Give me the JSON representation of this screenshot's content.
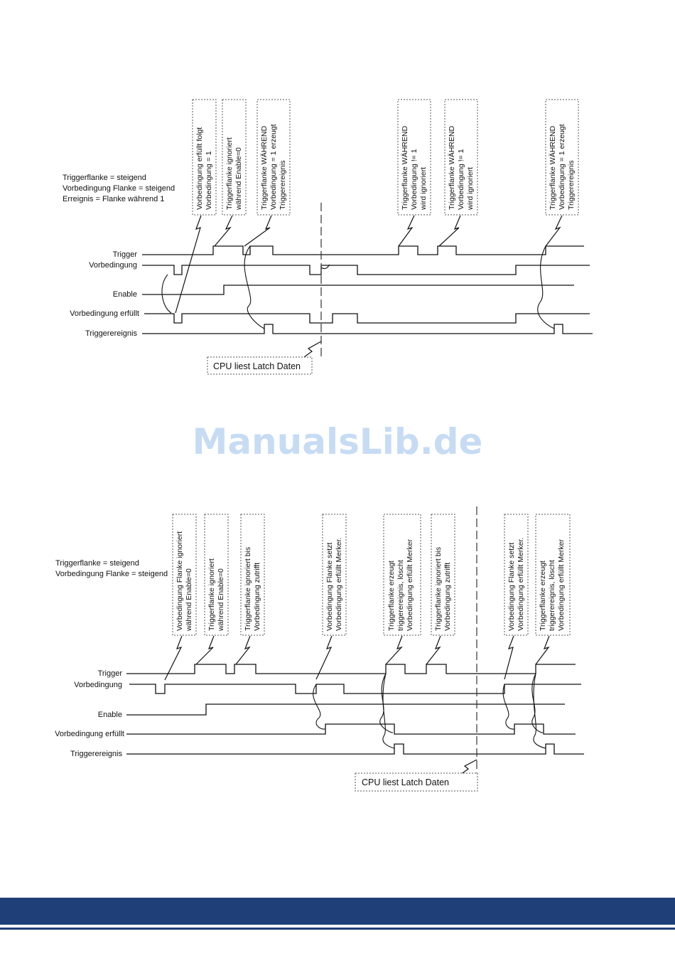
{
  "watermark": "ManualsLib.de",
  "diagram1": {
    "legend": [
      "Triggerflanke = steigend",
      "Vorbedingung Flanke = steigend",
      "Erreignis = Flanke während 1"
    ],
    "signals": [
      "Trigger",
      "Vorbedingung",
      "Enable",
      "Vorbedingung erfüllt",
      "Triggerereignis"
    ],
    "notes": [
      [
        "Vorbedingung erfüllt folgt",
        "Vorbedingung = 1"
      ],
      [
        "Triggerflanke ignoriert",
        "während Enable=0"
      ],
      [
        "Triggerflanke WÄHREND",
        "Vorbedingung = 1 erzeugt",
        "Triggerereignis"
      ],
      [
        "Triggerflanke WÄHREND",
        "Vorbedingung != 1",
        "wird ignoriert"
      ],
      [
        "Triggerflanke WÄHREND",
        "Vorbedingung != 1",
        "wird ignoriert"
      ],
      [
        "Triggerflanke WÄHREND",
        "Vorbedingung = 1 erzeugt",
        "Triggerereignis"
      ]
    ],
    "cpu_label": "CPU liest Latch Daten"
  },
  "diagram2": {
    "legend": [
      "Triggerflanke = steigend",
      "Vorbedingung Flanke = steigend"
    ],
    "signals": [
      "Trigger",
      "Vorbedingung",
      "Enable",
      "Vorbedingung erfüllt",
      "Triggerereignis"
    ],
    "notes": [
      [
        "Vorbedingung Flanke ignoriert",
        "während Enable=0"
      ],
      [
        "Triggerflanke ignoriert",
        "während Enable=0"
      ],
      [
        "Triggerflanke ignoriert bis",
        "Vorbedingung zutrifft"
      ],
      [
        "Vorbedingung Flanke setzt",
        "Vorbedingung erfüllt Merker."
      ],
      [
        "Triggerflanke erzeugt",
        "triggerereignis, löscht",
        "Vorbedingung erfüllt  Merker"
      ],
      [
        "Triggerflanke ignoriert bis",
        "Vorbedingung zutrifft"
      ],
      [
        "Vorbedingung Flanke setzt",
        "Vorbedingung erfüllt  Merker."
      ],
      [
        "Triggerflanke erzeugt",
        "triggerereignis, löscht",
        "Vorbedingung erfüllt  Merker"
      ]
    ],
    "cpu_label": "CPU liest Latch Daten"
  }
}
